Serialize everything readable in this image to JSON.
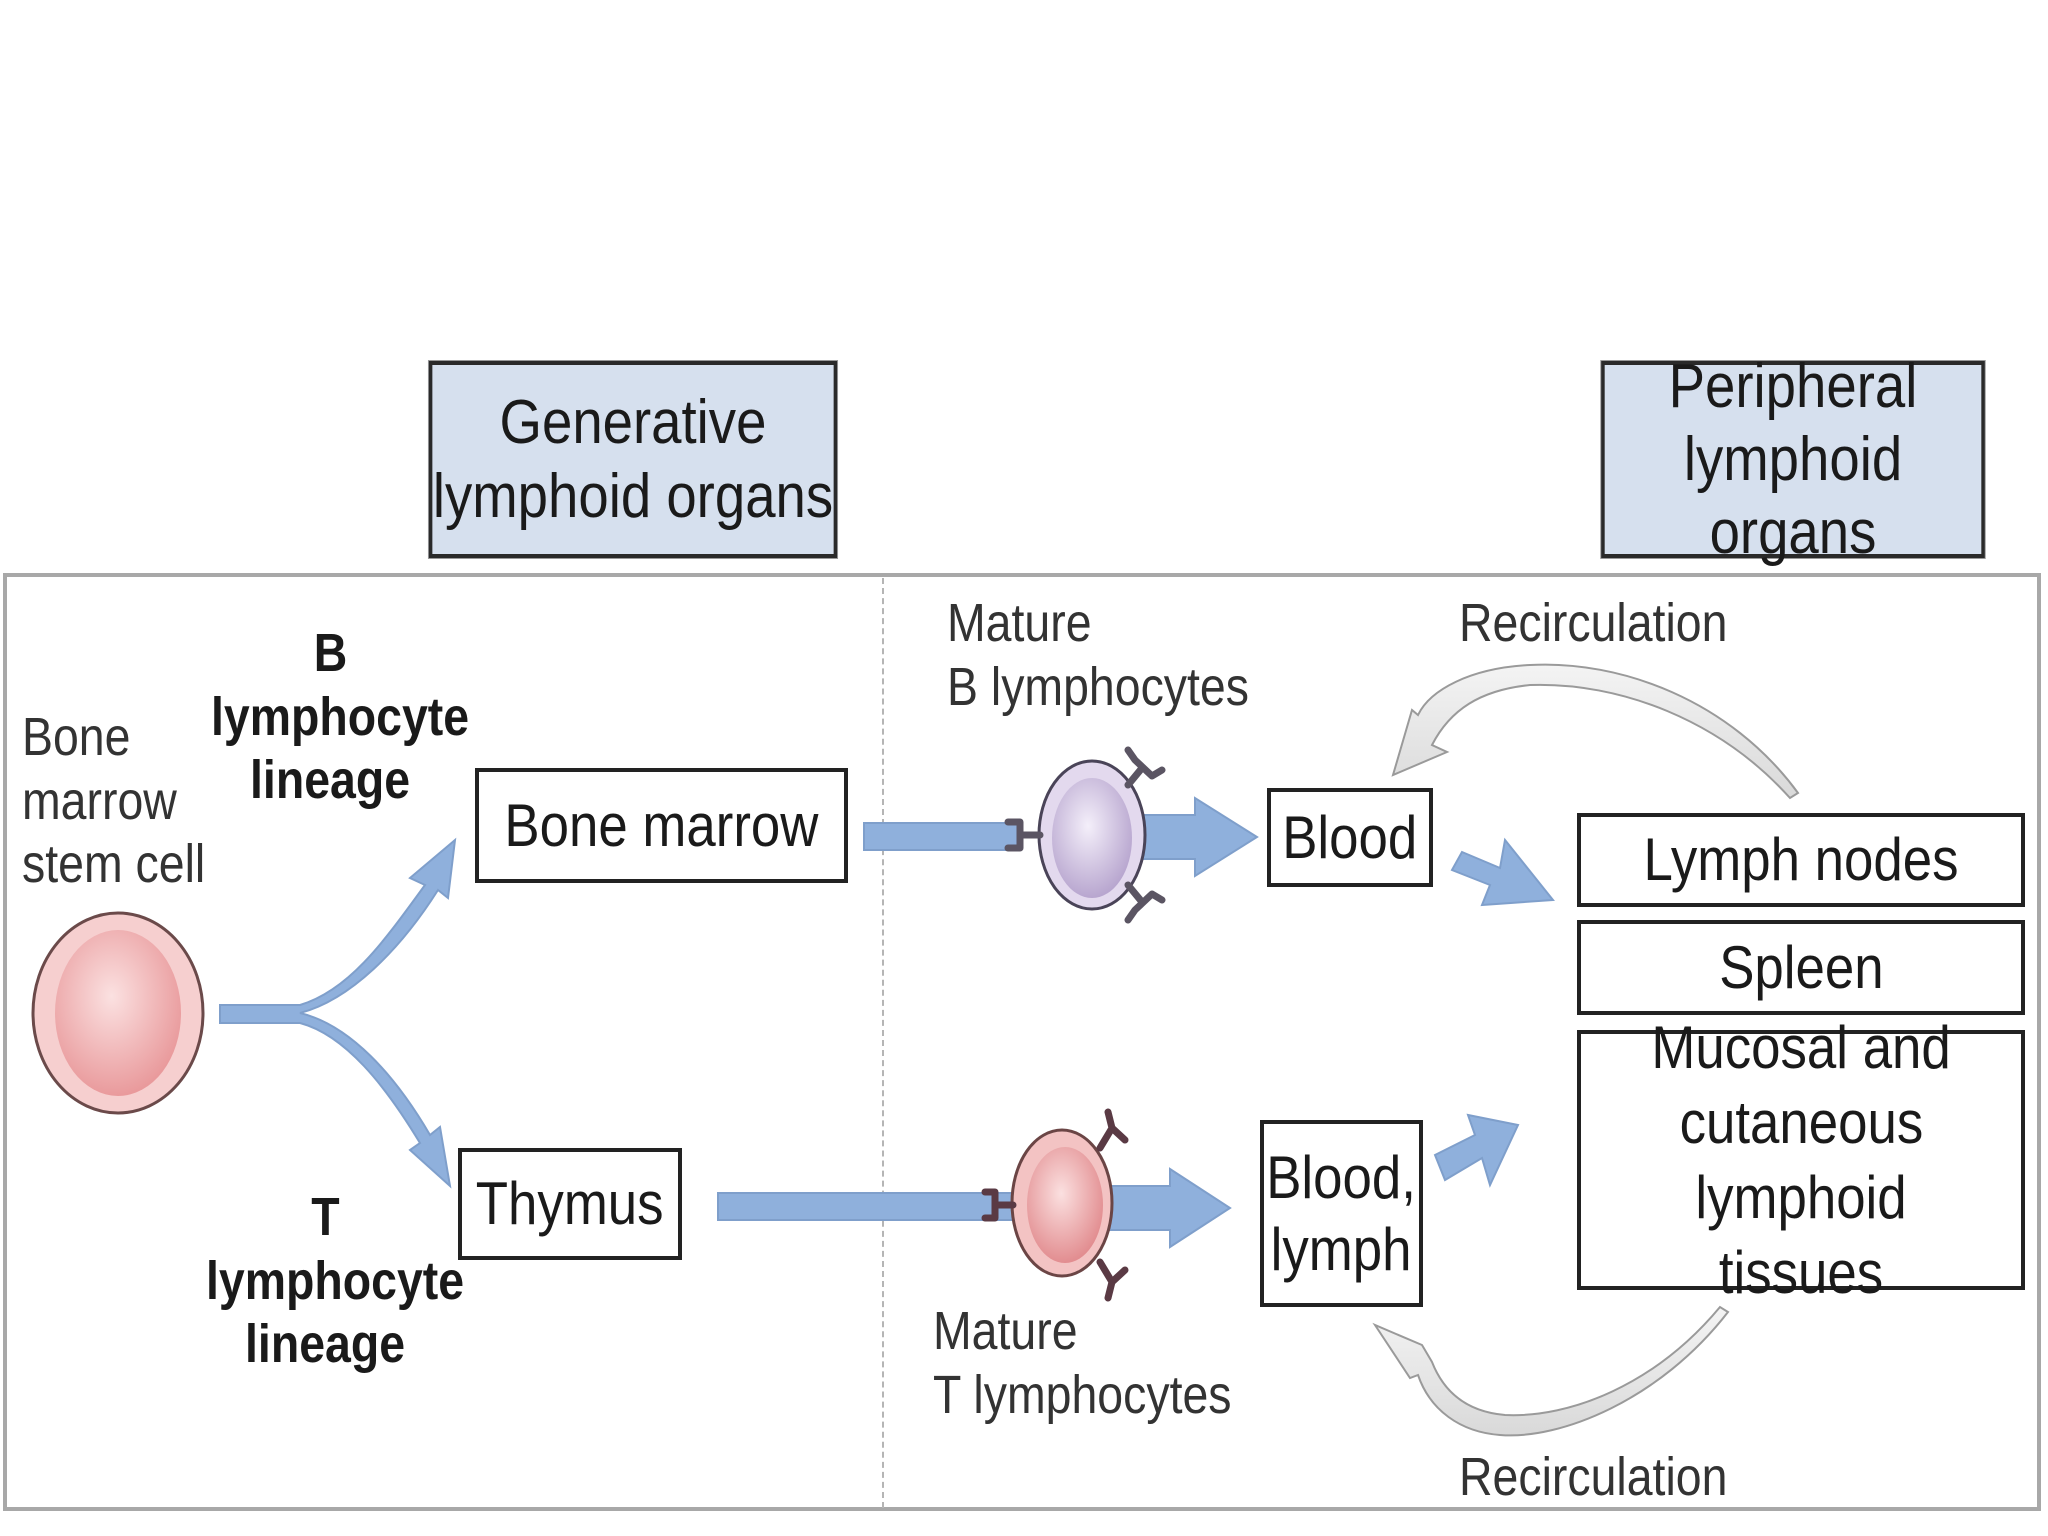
{
  "headers": {
    "generative": {
      "line1": "Generative",
      "line2": "lymphoid organs"
    },
    "peripheral": {
      "line1": "Peripheral",
      "line2": "lymphoid organs"
    }
  },
  "stem_cell": {
    "line1": "Bone",
    "line2": "marrow",
    "line3": "stem cell"
  },
  "b_lineage": {
    "line1": "B",
    "line2": "lymphocyte",
    "line3": "lineage"
  },
  "t_lineage": {
    "line1": "T",
    "line2": "lymphocyte",
    "line3": "lineage"
  },
  "generative_boxes": {
    "bone_marrow": "Bone marrow",
    "thymus": "Thymus"
  },
  "mature_b": {
    "line1": "Mature",
    "line2": "B lymphocytes"
  },
  "mature_t": {
    "line1": "Mature",
    "line2": "T lymphocytes"
  },
  "circulation": {
    "blood": "Blood",
    "blood_lymph_line1": "Blood,",
    "blood_lymph_line2": "lymph"
  },
  "peripheral_boxes": {
    "lymph_nodes": "Lymph nodes",
    "spleen": "Spleen",
    "mucosal_line1": "Mucosal and",
    "mucosal_line2": "cutaneous",
    "mucosal_line3": "lymphoid tissues"
  },
  "recirculation": {
    "top": "Recirculation",
    "bottom": "Recirculation"
  },
  "colors": {
    "header_fill": "#d6e0ee",
    "flow_arrow": "#8fb0dc",
    "recirc_arrow": "#e6e6e6",
    "stem_cell": "#f0b4b4",
    "b_cell": "#d5c8e3",
    "t_cell": "#eea7a7",
    "receptor": "#5a3a44"
  }
}
